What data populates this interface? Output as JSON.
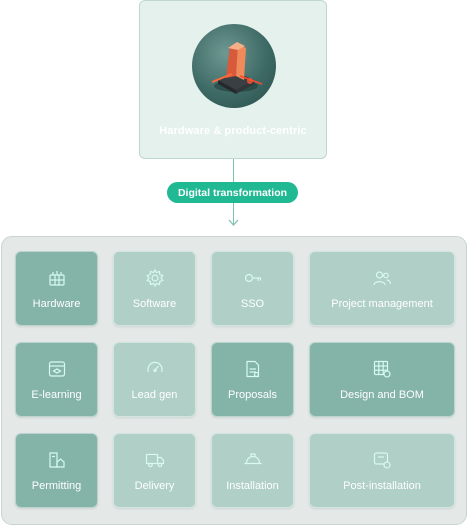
{
  "top": {
    "label": "Hardware & product-centric",
    "image": "hardware-product-image"
  },
  "connector": {
    "label": "Digital transformation"
  },
  "tiles": [
    {
      "label": "Hardware",
      "icon": "hardware-icon"
    },
    {
      "label": "Software",
      "icon": "gear-icon"
    },
    {
      "label": "SSO",
      "icon": "key-icon"
    },
    {
      "label": "Project management",
      "icon": "users-icon"
    },
    {
      "label": "E-learning",
      "icon": "browser-icon"
    },
    {
      "label": "Lead gen",
      "icon": "gauge-icon"
    },
    {
      "label": "Proposals",
      "icon": "document-icon"
    },
    {
      "label": "Design and BOM",
      "icon": "grid-icon"
    },
    {
      "label": "Permitting",
      "icon": "permit-icon"
    },
    {
      "label": "Delivery",
      "icon": "truck-icon"
    },
    {
      "label": "Installation",
      "icon": "hard-hat-icon"
    },
    {
      "label": "Post-installation",
      "icon": "support-icon"
    }
  ],
  "colors": {
    "accent": "#21b894",
    "icon": "#d6fbf1",
    "tile_light": "#b0cfc7",
    "tile_dark": "#84b3a7"
  }
}
